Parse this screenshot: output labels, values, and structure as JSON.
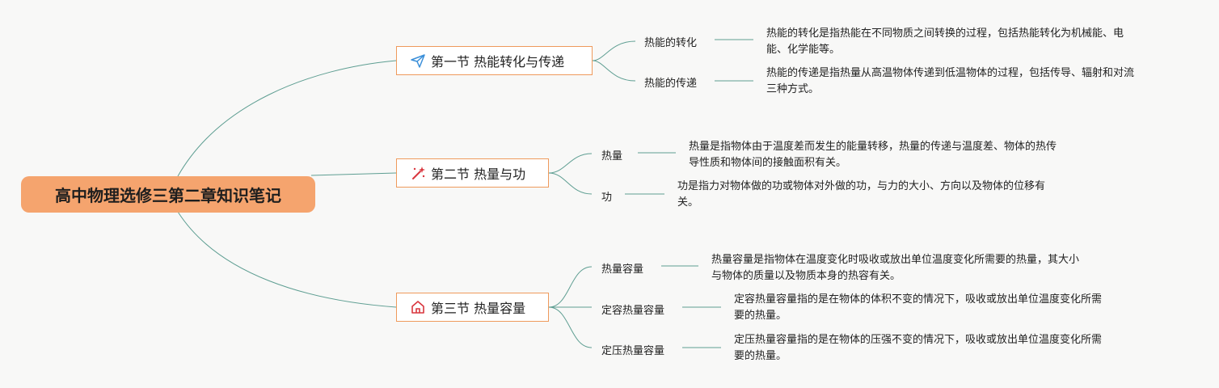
{
  "root": {
    "title": "高中物理选修三第二章知识笔记"
  },
  "sections": [
    {
      "title": "第一节 热能转化与传递",
      "icon": "paper-plane-icon",
      "items": [
        {
          "label": "热能的转化",
          "desc_lines": [
            "热能的转化是指热能在不同物质之间转换的过程，包括热能转化为机械能、电",
            "能、化学能等。"
          ]
        },
        {
          "label": "热能的传递",
          "desc_lines": [
            "热能的传递是指热量从高温物体传递到低温物体的过程，包括传导、辐射和对流",
            "三种方式。"
          ]
        }
      ]
    },
    {
      "title": "第二节 热量与功",
      "icon": "magic-wand-icon",
      "items": [
        {
          "label": "热量",
          "desc_lines": [
            "热量是指物体由于温度差而发生的能量转移，热量的传递与温度差、物体的热传",
            "导性质和物体间的接触面积有关。"
          ]
        },
        {
          "label": "功",
          "desc_lines": [
            "功是指力对物体做的功或物体对外做的功，与力的大小、方向以及物体的位移有",
            "关。"
          ]
        }
      ]
    },
    {
      "title": "第三节 热量容量",
      "icon": "home-icon",
      "items": [
        {
          "label": "热量容量",
          "desc_lines": [
            "热量容量是指物体在温度变化时吸收或放出单位温度变化所需要的热量，其大小",
            "与物体的质量以及物质本身的热容有关。"
          ]
        },
        {
          "label": "定容热量容量",
          "desc_lines": [
            "定容热量容量指的是在物体的体积不变的情况下，吸收或放出单位温度变化所需",
            "要的热量。"
          ]
        },
        {
          "label": "定压热量容量",
          "desc_lines": [
            "定压热量容量指的是在物体的压强不变的情况下，吸收或放出单位温度变化所需",
            "要的热量。"
          ]
        }
      ]
    }
  ],
  "colors": {
    "root_fill": "#f5a46e",
    "section_border": "#ef9a5c",
    "connector": "#5e9e92",
    "background": "#f8f8f7"
  }
}
